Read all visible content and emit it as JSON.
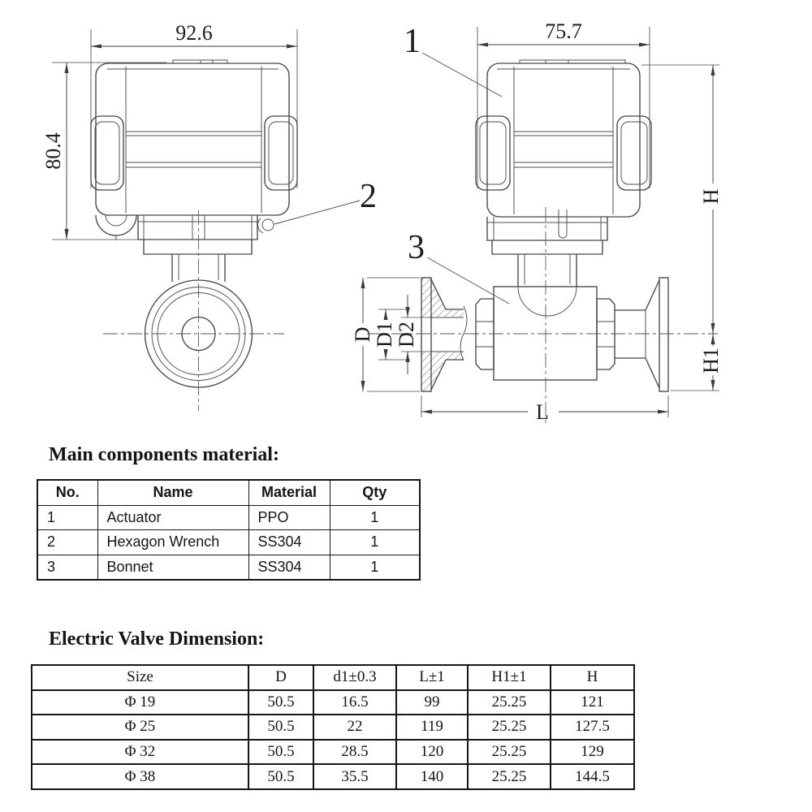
{
  "drawing": {
    "front_view": {
      "width_dim": "92.6",
      "height_dim": "80.4",
      "callout_wrench": "2"
    },
    "side_view": {
      "width_dim": "75.7",
      "callout_actuator": "1",
      "callout_bonnet": "3",
      "dim_d": "D",
      "dim_d1": "D1",
      "dim_d2": "D2",
      "dim_l": "L",
      "dim_h": "H",
      "dim_h1": "H1"
    }
  },
  "components_section": {
    "heading": "Main components material:",
    "table": {
      "headers": [
        "No.",
        "Name",
        "Material",
        "Qty"
      ],
      "rows": [
        [
          "1",
          "Actuator",
          "PPO",
          "1"
        ],
        [
          "2",
          "Hexagon Wrench",
          "SS304",
          "1"
        ],
        [
          "3",
          "Bonnet",
          "SS304",
          "1"
        ]
      ]
    }
  },
  "dimensions_section": {
    "heading": "Electric Valve Dimension:",
    "table": {
      "headers": [
        "Size",
        "D",
        "d1±0.3",
        "L±1",
        "H1±1",
        "H"
      ],
      "rows": [
        [
          "Φ 19",
          "50.5",
          "16.5",
          "99",
          "25.25",
          "121"
        ],
        [
          "Φ 25",
          "50.5",
          "22",
          "119",
          "25.25",
          "127.5"
        ],
        [
          "Φ 32",
          "50.5",
          "28.5",
          "120",
          "25.25",
          "129"
        ],
        [
          "Φ 38",
          "50.5",
          "35.5",
          "140",
          "25.25",
          "144.5"
        ]
      ]
    }
  }
}
